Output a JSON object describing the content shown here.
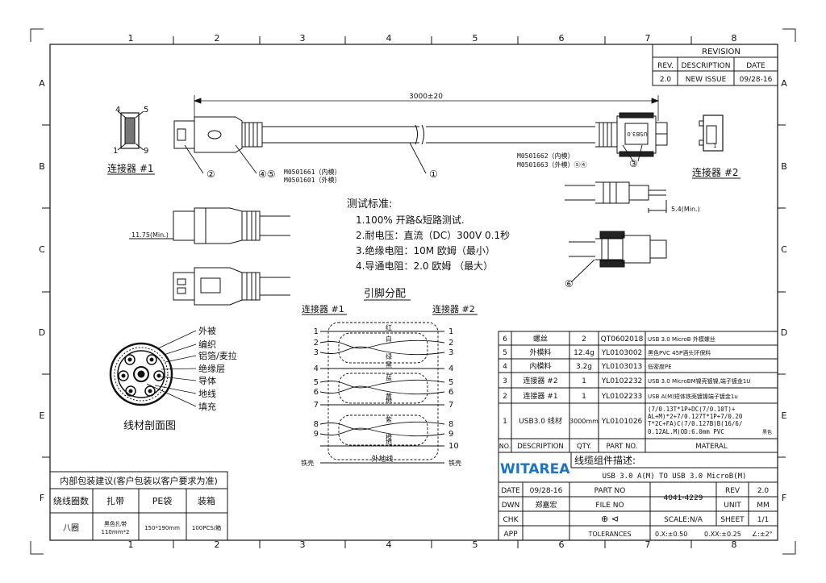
{
  "zones": {
    "columns": [
      "1",
      "2",
      "3",
      "4",
      "5",
      "6",
      "7",
      "8"
    ],
    "rows": [
      "A",
      "B",
      "C",
      "D",
      "E",
      "F"
    ]
  },
  "revision": {
    "title": "REVISION",
    "headers": [
      "REV.",
      "DESCRIPTION",
      "DATE"
    ],
    "row": [
      "2.0",
      "NEW ISSUE",
      "09/28-16"
    ]
  },
  "dimensions": {
    "length": "3000±20",
    "molding_length": "11.75(Min.)",
    "screw_length": "5.4(Min.)"
  },
  "connector1": {
    "label": "连接器 #1",
    "pins": [
      "4",
      "5",
      "1",
      "9"
    ]
  },
  "connector2": {
    "label": "连接器 #2",
    "usb_mark": "USB3.0"
  },
  "callouts": {
    "c1": "①",
    "c2": "②",
    "c3": "③",
    "c45": "④⑤",
    "c6": "⑥",
    "left_mold_1": "M0501661（内模）",
    "left_mold_2": "M0501601（外模）",
    "right_mold_1": "M0501662（内模）",
    "right_mold_2": "M0501663（外模）⑤④"
  },
  "test_standard": {
    "title": "测试标准:",
    "items": [
      "1.100% 开路&短路测试.",
      "2.耐电压：直流（DC）300V  0.1秒",
      "3.绝缘电阻：10M  欧姆（最小）",
      "4.导通电阻：2.0 欧姆  （最大）"
    ]
  },
  "pinout": {
    "title": "引脚分配",
    "left_label": "连接器 #1",
    "right_label": "连接器 #2",
    "rows": [
      {
        "l": "1",
        "r": "1",
        "wire": "红"
      },
      {
        "l": "2",
        "r": "2",
        "wire": "白"
      },
      {
        "l": "3",
        "r": "3",
        "wire": "绿"
      },
      {
        "l": "4",
        "r": "4",
        "wire": "黑"
      },
      {
        "l": "5",
        "r": "5",
        "wire": "蓝"
      },
      {
        "l": "6",
        "r": "6",
        "wire": "黄"
      },
      {
        "l": "7",
        "r": "7",
        "wire": "地"
      },
      {
        "l": "8",
        "r": "8",
        "wire": "紫"
      },
      {
        "l": "9",
        "r": "9",
        "wire": "橙"
      },
      {
        "l": "",
        "r": "10",
        "wire": "地"
      }
    ],
    "shell_left": "铁壳",
    "shell_right": "铁壳",
    "outer_ground": "外地线"
  },
  "cross_section": {
    "title": "线材剖面图",
    "labels": [
      "外被",
      "编织",
      "铝箔/麦拉",
      "绝缘层",
      "导体",
      "地线",
      "填充"
    ]
  },
  "packaging": {
    "title": "内部包装建议(客户包装以客户要求为准)",
    "headers": [
      "绕线圈数",
      "扎带",
      "PE袋",
      "装箱"
    ],
    "values": [
      "八圈",
      "黑色扎带 110mm*2",
      "150*190mm",
      "100PCS/箱"
    ]
  },
  "bom": {
    "rows": [
      {
        "no": "6",
        "desc": "螺丝",
        "qty": "2",
        "part": "QT0602018",
        "material": "USB 3.0 MicroB 外模螺丝"
      },
      {
        "no": "5",
        "desc": "外模料",
        "qty": "12.4g",
        "part": "YL0103002",
        "material": "黑色PVC 45P酒头环保料"
      },
      {
        "no": "4",
        "desc": "内模料",
        "qty": "3.2g",
        "part": "YL0103013",
        "material": "低密度PE"
      },
      {
        "no": "3",
        "desc": "连接器 #2",
        "qty": "1",
        "part": "YL0102232",
        "material": "USB 3.0 MicroBM镍壳镀镍,端子镀金1U"
      },
      {
        "no": "2",
        "desc": "连接器 #1",
        "qty": "1",
        "part": "YL0102233",
        "material": "USB A(M)短体铁壳镀镍端子镀金1u"
      },
      {
        "no": "1",
        "desc": "USB3.0 线材",
        "qty": "3000mm",
        "part": "YL0101026",
        "material_lines": [
          "(7/0.13T*1P+DC(7/0.10T)+",
          "AL+M)*2+7/0.127T*1P+7/0.20",
          "T*2C+FA)C(7/0.127B)B(16/6/",
          "0.12AL.M)OD:6.0mm PVC"
        ],
        "material_tag": "黑色"
      }
    ],
    "headers": {
      "no": "NO.",
      "desc": "DESCRIPTION",
      "qty": "QTY.",
      "part": "PART NO.",
      "material": "MATERAL"
    }
  },
  "title_block": {
    "logo": "WITAREA",
    "desc_label": "线缆组件描述:",
    "description": "USB 3.0 A(M) TO USB 3.0 MicroB(M)",
    "date_label": "DATE",
    "date": "09/28-16",
    "dwn_label": "DWN",
    "dwn": "郑嘉宏",
    "chk_label": "CHK",
    "app_label": "APP",
    "part_no_label": "PART NO",
    "file_no_label": "FILE NO",
    "part_no": "4041-4229",
    "rev_label": "REV",
    "rev": "2.0",
    "unit_label": "UNIT",
    "unit": "MM",
    "scale": "SCALE:N/A",
    "sheet_label": "SHEET",
    "sheet": "1/1",
    "tolerances": "TOLERANCES",
    "tol1": "0.X:±0.50",
    "tol2": "0.XX:±0.25",
    "tol3": "∠:±2°",
    "projection": "⊕ ⊲"
  },
  "colors": {
    "line": "#111111",
    "logo": "#1e73be"
  }
}
